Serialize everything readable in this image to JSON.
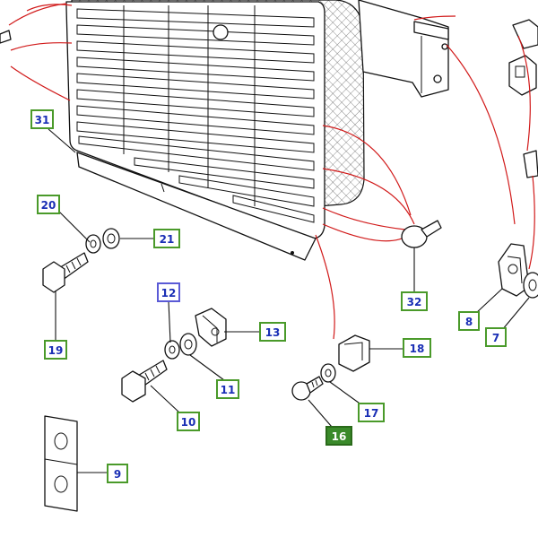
{
  "colors": {
    "callout_border": "#4a9a2a",
    "callout_border_alt": "#5a5ad6",
    "callout_text": "#1a2fb5",
    "callout_highlight_fill": "#3a8a2a",
    "callout_highlight_text": "#ffffff",
    "leader_red": "#d11a1a",
    "line": "#111111"
  },
  "callouts": {
    "c31": "31",
    "c20": "20",
    "c21": "21",
    "c19": "19",
    "c12": "12",
    "c13": "13",
    "c11": "11",
    "c10": "10",
    "c9": "9",
    "c32": "32",
    "c18": "18",
    "c17": "17",
    "c16": "16",
    "c8": "8",
    "c7": "7"
  },
  "highlighted_callout": "16"
}
